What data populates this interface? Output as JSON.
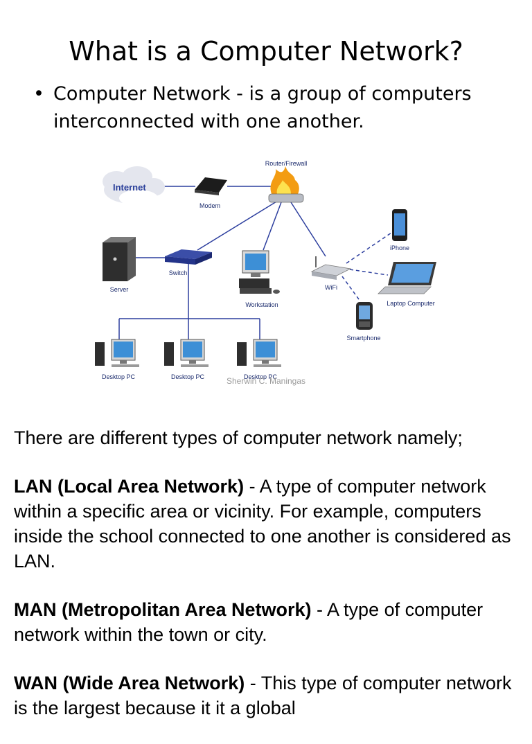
{
  "slide": {
    "title": "What is a Computer Network?",
    "bullet_text": "Computer Network - is a group of computers interconnected with one another."
  },
  "diagram": {
    "labels": {
      "internet": "Internet",
      "modem": "Modem",
      "router": "Router/Firewall",
      "server": "Server",
      "switch": "Switch",
      "workstation": "Workstation",
      "wifi": "WiFi",
      "iphone": "iPhone",
      "laptop": "Laptop Computer",
      "smartphone": "Smartphone",
      "desktop1": "Desktop PC",
      "desktop2": "Desktop PC",
      "desktop3": "Desktop PC"
    },
    "watermark": "Sherwin C. Maningas",
    "colors": {
      "wired_link": "#2c3e9e",
      "wireless_link": "#2c3e9e",
      "label": "#1a2a6c"
    }
  },
  "content": {
    "intro": "There are different types of computer network namely;",
    "lan_term": "LAN (Local Area Network)",
    "lan_desc": " - A type of computer network within a specific area or vicinity. For example, computers inside the school connected to one another is considered as LAN.",
    "man_term": "MAN (Metropolitan Area Network)",
    "man_desc": " -  A type of computer network within the town or city.",
    "wan_term": "WAN (Wide Area Network)",
    "wan_desc": " - This type of computer network is the largest because it it a global"
  }
}
